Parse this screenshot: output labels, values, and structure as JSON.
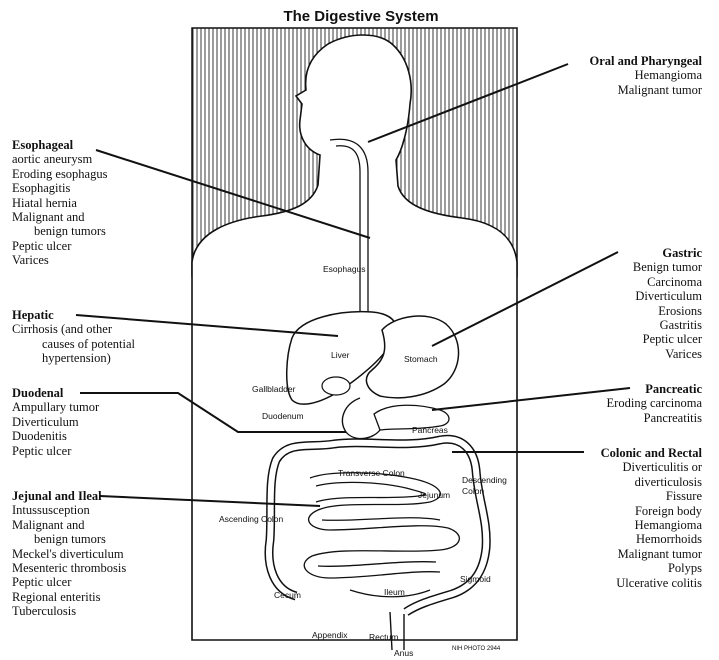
{
  "title": "The Digestive System",
  "organ_labels": {
    "esophagus": "Esophagus",
    "liver": "Liver",
    "stomach": "Stomach",
    "gallbladder": "Gallbladder",
    "duodenum": "Duodenum",
    "pancreas": "Pancreas",
    "transverse_colon": "Transverse Colon",
    "descending_colon": "Descending Colon",
    "jejunum": "Jejunum",
    "ascending_colon": "Ascending Colon",
    "cecum": "Cecum",
    "ileum": "Ileum",
    "sigmoid": "Sigmoid",
    "appendix": "Appendix",
    "rectum": "Rectum",
    "anus": "Anus",
    "credit": "NIH PHOTO 2944"
  },
  "callouts": {
    "oral": {
      "heading": "Oral and Pharyngeal",
      "items": [
        "Hemangioma",
        "Malignant tumor"
      ]
    },
    "esophageal": {
      "heading": "Esophageal",
      "items": [
        "aortic aneurysm",
        "Eroding esophagus",
        "Esophagitis",
        "Hiatal hernia",
        "Malignant and",
        "benign tumors",
        "Peptic ulcer",
        "Varices"
      ]
    },
    "gastric": {
      "heading": "Gastric",
      "items": [
        "Benign tumor",
        "Carcinoma",
        "Diverticulum",
        "Erosions",
        "Gastritis",
        "Peptic ulcer",
        "Varices"
      ]
    },
    "hepatic": {
      "heading": "Hepatic",
      "items": [
        "Cirrhosis (and other",
        "causes of potential",
        "hypertension)"
      ]
    },
    "duodenal": {
      "heading": "Duodenal",
      "items": [
        "Ampullary tumor",
        "Diverticulum",
        "Duodenitis",
        "Peptic ulcer"
      ]
    },
    "pancreatic": {
      "heading": "Pancreatic",
      "items": [
        "Eroding carcinoma",
        "Pancreatitis"
      ]
    },
    "colonic": {
      "heading": "Colonic and Rectal",
      "items": [
        "Diverticulitis or",
        "diverticulosis",
        "Fissure",
        "Foreign body",
        "Hemangioma",
        "Hemorrhoids",
        "Malignant tumor",
        "Polyps",
        "Ulcerative colitis"
      ]
    },
    "jejunal": {
      "heading": "Jejunal and Ileal",
      "items": [
        "Intussusception",
        "Malignant and",
        "benign tumors",
        "Meckel's diverticulum",
        "Mesenteric thrombosis",
        "Peptic ulcer",
        "Regional enteritis",
        "Tuberculosis"
      ]
    }
  }
}
